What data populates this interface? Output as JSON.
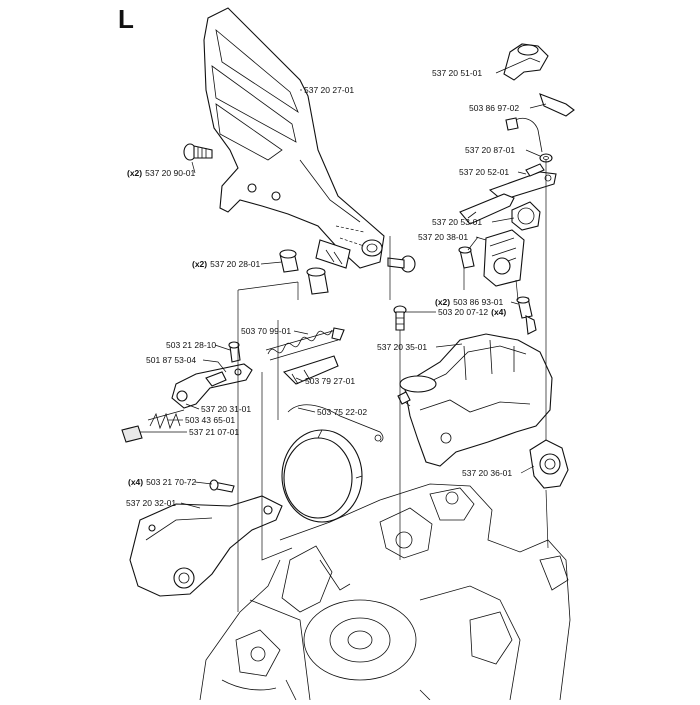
{
  "section_letter": "L",
  "callouts": [
    {
      "id": "c1",
      "qty": "",
      "number": "537 20 27-01",
      "suffix": ""
    },
    {
      "id": "c2",
      "qty": "(x2)",
      "number": "537 20 90-01",
      "suffix": ""
    },
    {
      "id": "c3",
      "qty": "(x2)",
      "number": "537 20 28-01",
      "suffix": ""
    },
    {
      "id": "c4",
      "qty": "",
      "number": "503 70 99-01",
      "suffix": ""
    },
    {
      "id": "c5",
      "qty": "",
      "number": "503 21 28-10",
      "suffix": ""
    },
    {
      "id": "c6",
      "qty": "",
      "number": "501 87 53-04",
      "suffix": ""
    },
    {
      "id": "c7",
      "qty": "",
      "number": "503 79 27-01",
      "suffix": ""
    },
    {
      "id": "c8",
      "qty": "",
      "number": "537 20 31-01",
      "suffix": ""
    },
    {
      "id": "c9",
      "qty": "",
      "number": "503 43 65-01",
      "suffix": ""
    },
    {
      "id": "c10",
      "qty": "",
      "number": "537 21 07-01",
      "suffix": ""
    },
    {
      "id": "c11",
      "qty": "",
      "number": "503 75 22-02",
      "suffix": ""
    },
    {
      "id": "c12",
      "qty": "(x4)",
      "number": "503 21 70-72",
      "suffix": ""
    },
    {
      "id": "c13",
      "qty": "",
      "number": "537 20 32-01",
      "suffix": ""
    },
    {
      "id": "c14",
      "qty": "",
      "number": "537 20 51-01",
      "suffix": ""
    },
    {
      "id": "c15",
      "qty": "",
      "number": "503 86 97-02",
      "suffix": ""
    },
    {
      "id": "c16",
      "qty": "",
      "number": "537 20 87-01",
      "suffix": ""
    },
    {
      "id": "c17",
      "qty": "",
      "number": "537 20 52-01",
      "suffix": ""
    },
    {
      "id": "c18",
      "qty": "",
      "number": "537 20 53-01",
      "suffix": ""
    },
    {
      "id": "c19",
      "qty": "",
      "number": "537 20 38-01",
      "suffix": ""
    },
    {
      "id": "c20",
      "qty": "(x2)",
      "number": "503 86 93-01",
      "suffix": ""
    },
    {
      "id": "c21",
      "qty": "",
      "number": "503 20 07-12",
      "suffix": "(x4)"
    },
    {
      "id": "c22",
      "qty": "",
      "number": "537 20 35-01",
      "suffix": ""
    },
    {
      "id": "c23",
      "qty": "",
      "number": "537 20 36-01",
      "suffix": ""
    }
  ]
}
